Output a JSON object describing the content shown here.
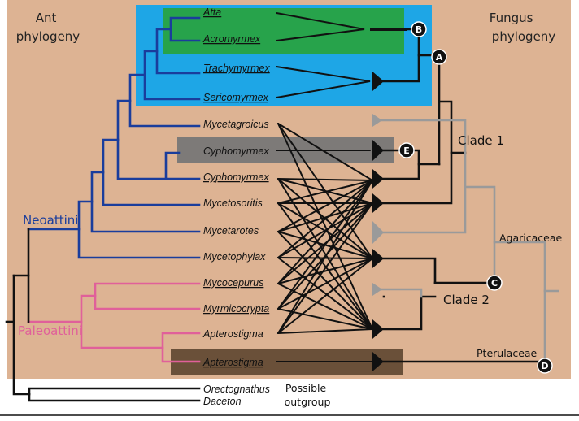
{
  "headers": {
    "ant": [
      "Ant",
      "phylogeny"
    ],
    "fungus": [
      "Fungus",
      "phylogeny"
    ]
  },
  "taxa": [
    {
      "name": "Atta",
      "underlined": true
    },
    {
      "name": "Acromyrmex",
      "underlined": true
    },
    {
      "name": "Trachymyrmex",
      "underlined": true
    },
    {
      "name": "Sericomyrmex",
      "underlined": true
    },
    {
      "name": "Mycetagroicus",
      "underlined": false
    },
    {
      "name": "Cyphomyrmex",
      "underlined": false
    },
    {
      "name": "Cyphomyrmex",
      "underlined": true
    },
    {
      "name": "Mycetosoritis",
      "underlined": false
    },
    {
      "name": "Mycetarotes",
      "underlined": false
    },
    {
      "name": "Mycetophylax",
      "underlined": false
    },
    {
      "name": "Mycocepurus",
      "underlined": true
    },
    {
      "name": "Myrmicocrypta",
      "underlined": true
    },
    {
      "name": "Apterostigma",
      "underlined": false
    },
    {
      "name": "Apterostigma",
      "underlined": true
    },
    {
      "name": "Orectognathus",
      "underlined": false
    },
    {
      "name": "Daceton",
      "underlined": false
    }
  ],
  "groups": {
    "neoattini": "Neoattini",
    "paleoattini": "Paleoattini"
  },
  "outgroup_label": [
    "Possible",
    "outgroup"
  ],
  "fungus_labels": {
    "clade1": "Clade 1",
    "clade2": "Clade 2",
    "agaricaceae": "Agaricaceae",
    "pterulaceae": "Pterulaceae"
  },
  "nodes": [
    "A",
    "B",
    "C",
    "D",
    "E"
  ],
  "colors": {
    "background": "#ddb393",
    "blue_box": "#1ea6e6",
    "green_box": "#27a34b",
    "gray_box": "#7d7a78",
    "brown_box": "#6a5039",
    "neoattini": "#1a3d9c",
    "paleoattini": "#e0609a",
    "black": "#111111",
    "gray_branch": "#9a9a9a"
  }
}
